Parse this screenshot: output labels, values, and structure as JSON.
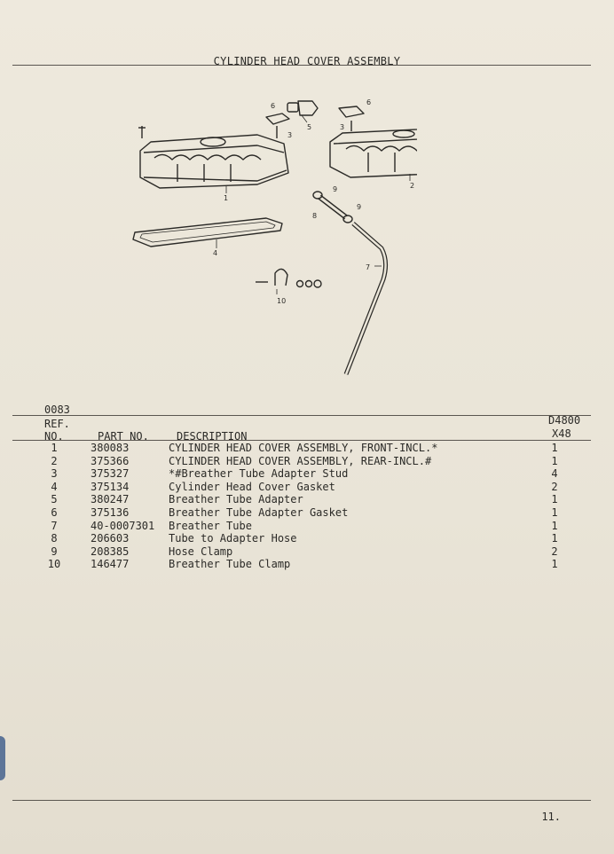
{
  "title": "CYLINDER HEAD COVER ASSEMBLY",
  "assembly_code": "0083",
  "columns": {
    "ref_line1": "REF.",
    "ref_line2": "NO.",
    "part_no": "PART NO.",
    "description": "DESCRIPTION",
    "model_line1": "D4800",
    "model_line2": "X48"
  },
  "rows": [
    {
      "ref": "1",
      "part_no": "380083",
      "description": "CYLINDER HEAD COVER ASSEMBLY, FRONT-INCL.*",
      "qty": "1"
    },
    {
      "ref": "2",
      "part_no": "375366",
      "description": "CYLINDER HEAD COVER ASSEMBLY, REAR-INCL.#",
      "qty": "1"
    },
    {
      "ref": "3",
      "part_no": "375327",
      "description": "*#Breather Tube Adapter Stud",
      "qty": "4"
    },
    {
      "ref": "4",
      "part_no": "375134",
      "description": "Cylinder Head Cover Gasket",
      "qty": "2"
    },
    {
      "ref": "5",
      "part_no": "380247",
      "description": "Breather Tube Adapter",
      "qty": "1"
    },
    {
      "ref": "6",
      "part_no": "375136",
      "description": "Breather Tube Adapter Gasket",
      "qty": "1"
    },
    {
      "ref": "7",
      "part_no": "40-0007301",
      "description": "Breather Tube",
      "qty": "1"
    },
    {
      "ref": "8",
      "part_no": "206603",
      "description": "Tube to Adapter Hose",
      "qty": "1"
    },
    {
      "ref": "9",
      "part_no": "208385",
      "description": "Hose Clamp",
      "qty": "2"
    },
    {
      "ref": "10",
      "part_no": "146477",
      "description": "Breather Tube Clamp",
      "qty": "1"
    }
  ],
  "diagram_labels": [
    "1",
    "2",
    "3",
    "3",
    "4",
    "5",
    "6",
    "6",
    "7",
    "8",
    "9",
    "9",
    "10"
  ],
  "page_number": "11."
}
